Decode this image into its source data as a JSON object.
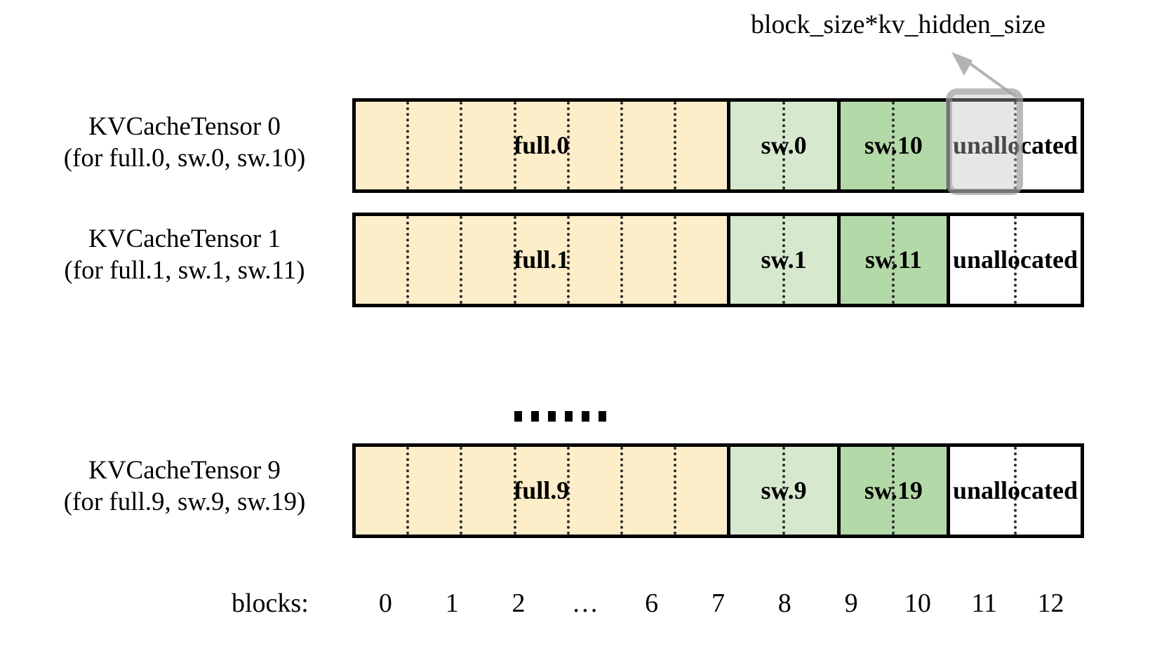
{
  "figure": {
    "callout": {
      "label": "block_size*kv_hidden_size",
      "arrow_icon": "arrow-up-left-icon",
      "arrow_color": "#b3b3b3"
    },
    "highlight": {
      "target_block": "11",
      "box_color": "#bebebe"
    },
    "ellipsis": {
      "between_rows_glyph": "……",
      "dot_count": 6
    }
  },
  "colors": {
    "full_attention": "#FDEDC8",
    "sliding_window_a": "#D6E9CF",
    "sliding_window_b": "#B3D9A8",
    "unallocated": "#FFFFFF",
    "outline": "#000000",
    "divider": "#2A2A2A"
  },
  "rows": [
    {
      "label_line1": "KVCacheTensor 0",
      "label_line2": "(for full.0, sw.0, sw.10)",
      "segments": [
        {
          "text": "full.0",
          "kind": "full",
          "blocks": 7
        },
        {
          "text": "sw.0",
          "kind": "sw-a",
          "blocks": 2
        },
        {
          "text": "sw.10",
          "kind": "sw-b",
          "blocks": 2
        },
        {
          "text": "unallocated",
          "kind": "unalloc",
          "blocks": 2
        }
      ]
    },
    {
      "label_line1": "KVCacheTensor 1",
      "label_line2": "(for full.1, sw.1, sw.11)",
      "segments": [
        {
          "text": "full.1",
          "kind": "full",
          "blocks": 7
        },
        {
          "text": "sw.1",
          "kind": "sw-a",
          "blocks": 2
        },
        {
          "text": "sw.11",
          "kind": "sw-b",
          "blocks": 2
        },
        {
          "text": "unallocated",
          "kind": "unalloc",
          "blocks": 2
        }
      ]
    },
    {
      "label_line1": "KVCacheTensor 9",
      "label_line2": "(for full.9, sw.9, sw.19)",
      "segments": [
        {
          "text": "full.9",
          "kind": "full",
          "blocks": 7
        },
        {
          "text": "sw.9",
          "kind": "sw-a",
          "blocks": 2
        },
        {
          "text": "sw.19",
          "kind": "sw-b",
          "blocks": 2
        },
        {
          "text": "unallocated",
          "kind": "unalloc",
          "blocks": 2
        }
      ]
    }
  ],
  "axis": {
    "caption": "blocks:",
    "ticks": [
      "0",
      "1",
      "2",
      "…",
      "6",
      "7",
      "8",
      "9",
      "10",
      "11",
      "12"
    ]
  }
}
